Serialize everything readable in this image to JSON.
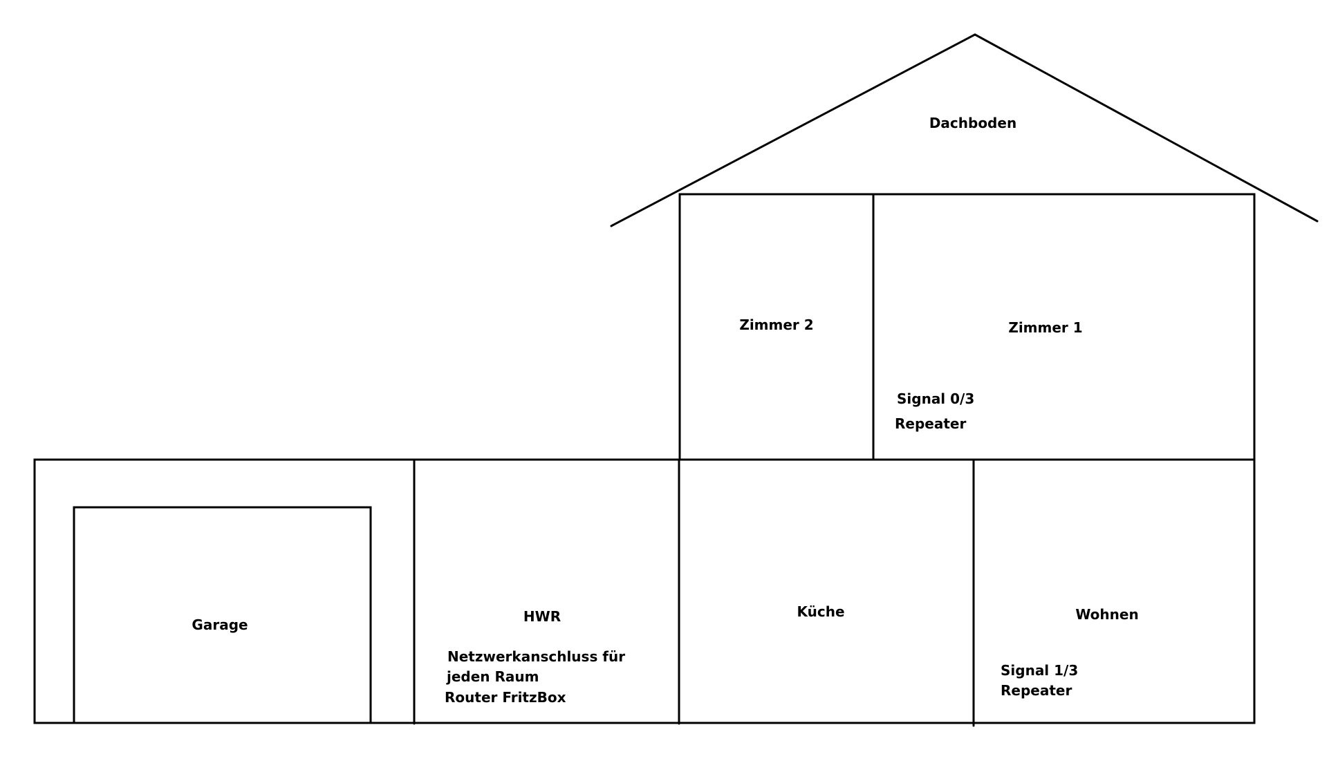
{
  "rooms": {
    "dachboden": "Dachboden",
    "zimmer2": "Zimmer 2",
    "zimmer1": "Zimmer 1",
    "garage": "Garage",
    "hwr": "HWR",
    "kueche": "Küche",
    "wohnen": "Wohnen"
  },
  "notes": {
    "zimmer1_signal": "Signal 0/3",
    "zimmer1_repeater": "Repeater",
    "hwr_line1": "Netzwerkanschluss für",
    "hwr_line2": "jeden Raum",
    "hwr_line3": "Router FritzBox",
    "wohnen_signal": "Signal 1/3",
    "wohnen_repeater": "Repeater"
  }
}
